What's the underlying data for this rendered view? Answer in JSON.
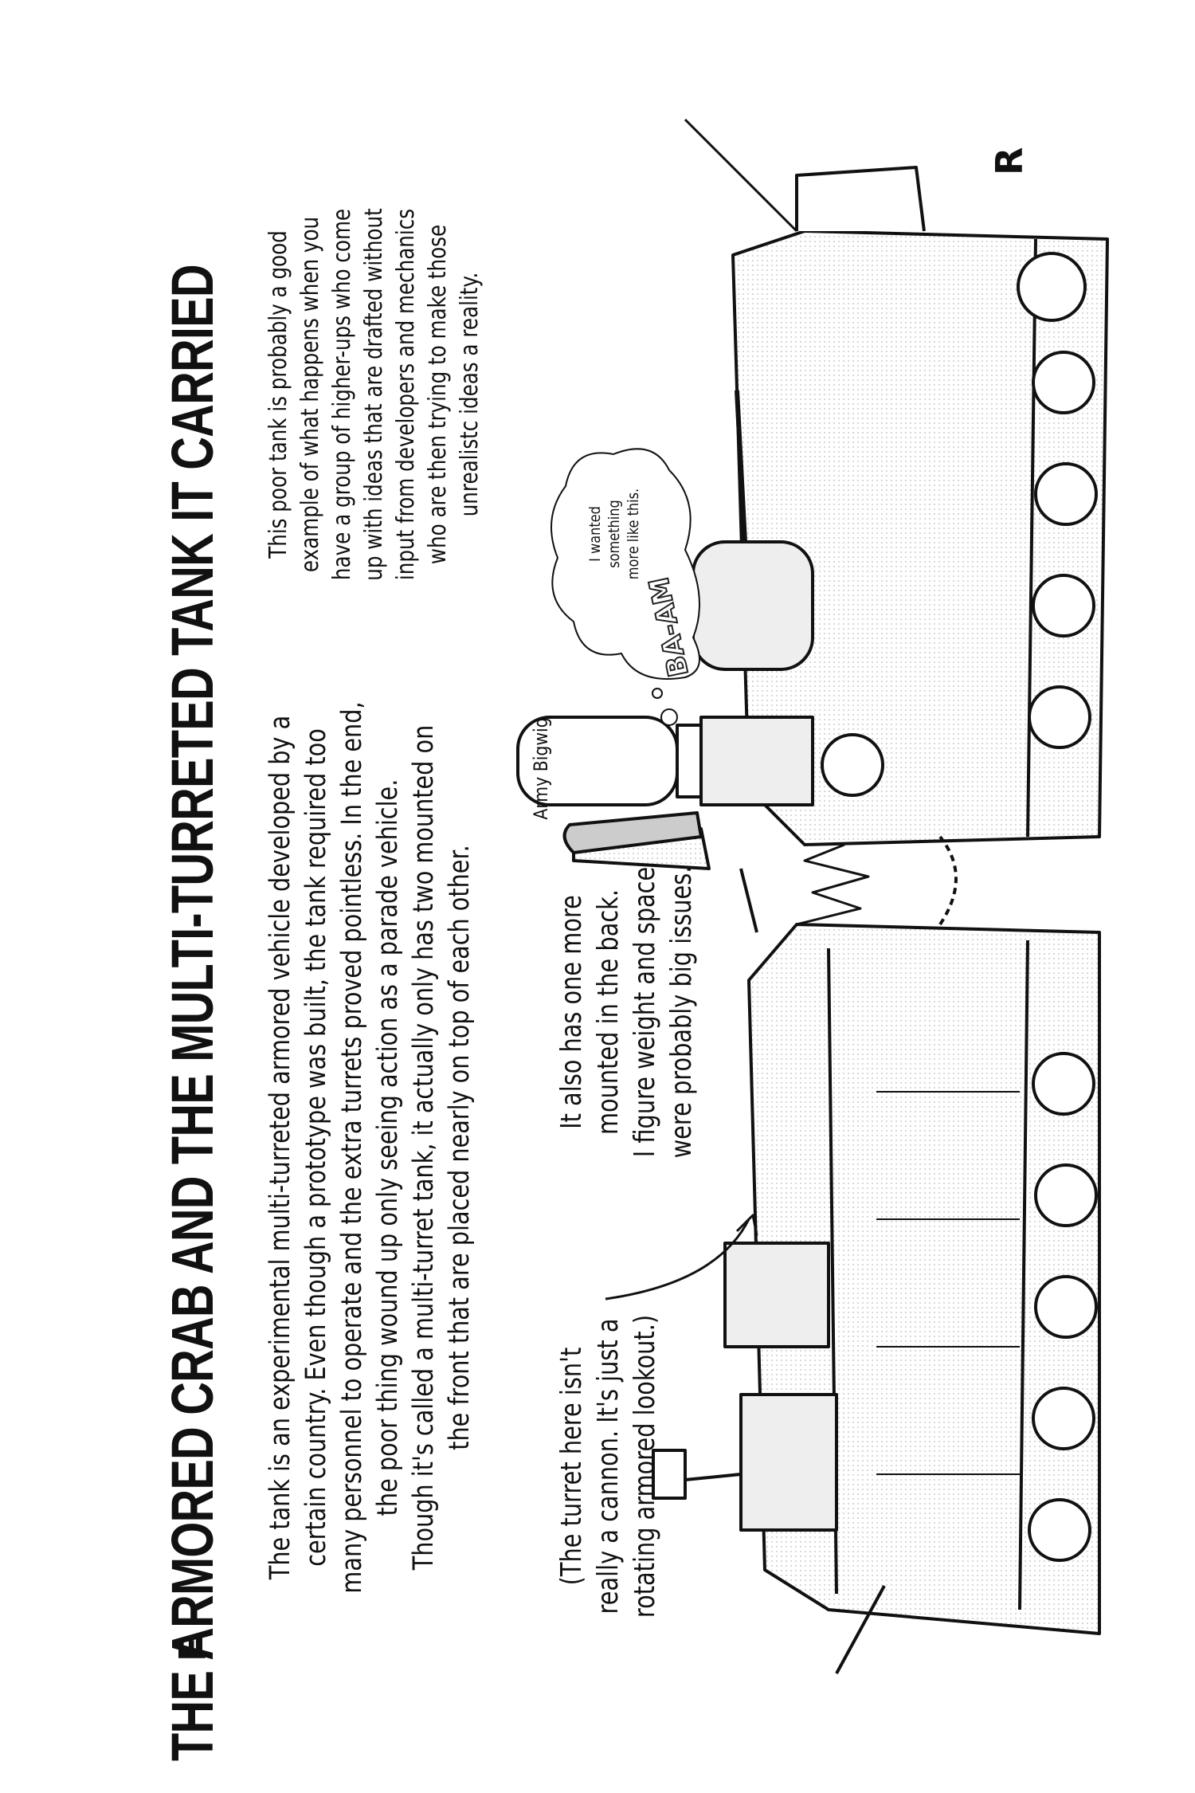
{
  "title": "THE ARMORED CRAB AND THE MULTI-TURRETED TANK IT CARRIED",
  "main_text": [
    "The tank is an experimental multi-turreted armored vehicle developed by a",
    "certain country. Even though a prototype was built, the tank required too",
    "many personnel to operate and the extra turrets proved pointless. In the end,",
    "the poor thing wound up only seeing action as a parade vehicle.",
    "Though it's called a multi-turret tank, it actually only has two mounted on",
    "the front that are placed nearly on top of each other."
  ],
  "side_text": [
    "This poor tank is probably a good",
    "example of what happens when you",
    "have a group of higher-ups who come",
    "up with ideas that are drafted without",
    "input from developers and mechanics",
    "who are then trying to make those",
    "unrealistc ideas a reality."
  ],
  "turret_note": [
    "(The turret here isn't",
    "really a cannon. It's just a",
    "rotating armored lookout.)"
  ],
  "rear_note": [
    "It also has one more",
    "mounted in the back.",
    "I figure weight and space",
    "were probably big issues."
  ],
  "character_label": "Army Bigwig",
  "thought_bubble": [
    "I wanted",
    "something",
    "more like this."
  ],
  "sound_effect": "BA-AM",
  "view_labels": {
    "front": "F",
    "rear": "R"
  }
}
